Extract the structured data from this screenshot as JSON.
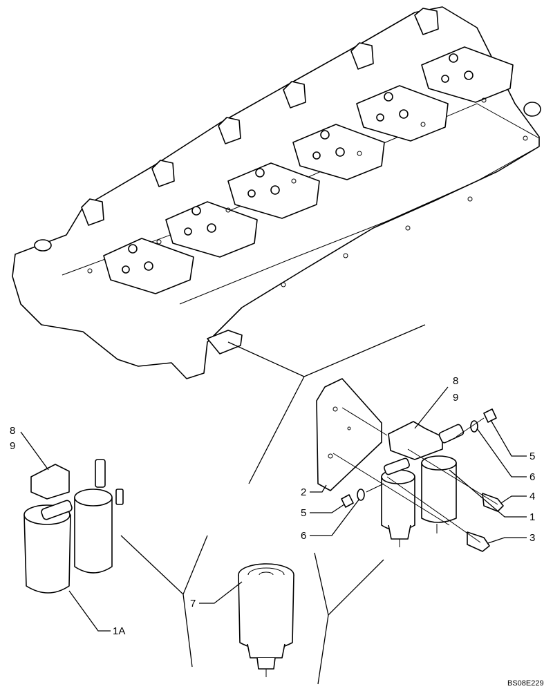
{
  "drawing_code": "BS08E229",
  "callouts": {
    "c8_left": "8",
    "c9_left": "9",
    "c8_right": "8",
    "c9_right": "9",
    "c5_right": "5",
    "c6_right": "6",
    "c4": "4",
    "c1": "1",
    "c3": "3",
    "c2": "2",
    "c5_left": "5",
    "c6_left": "6",
    "c7": "7",
    "c1a": "1A"
  }
}
